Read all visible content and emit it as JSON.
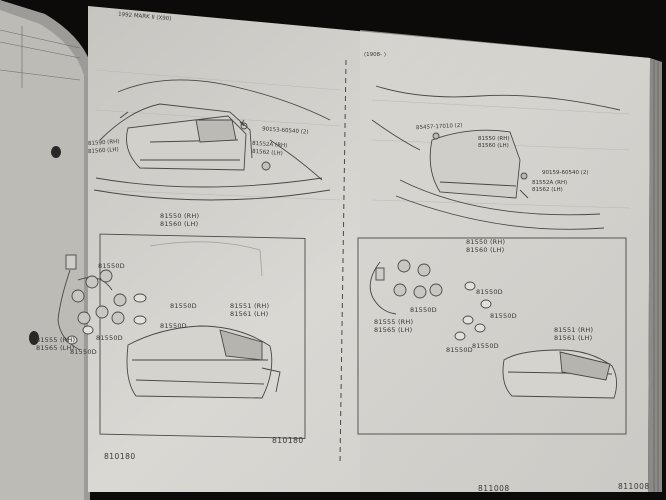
{
  "left_page": {
    "header_small": "1992 MARK II (X90)",
    "top_labels": [
      "90153-60540 (2)",
      "81590 (RH)",
      "81560 (LH)"
    ],
    "bulb_note_1": "81552A (RH)",
    "bulb_note_2": "81562 (LH)",
    "assy_rh": "81550 (RH)",
    "assy_lh": "81560 (LH)",
    "bulb_code": "81550D",
    "lens_rh": "81551 (RH)",
    "lens_lh": "81561 (LH)",
    "socket_rh": "81555 (RH)",
    "socket_lh": "81565 (LH)",
    "figure_number": "810180",
    "page_number": "810180"
  },
  "right_page": {
    "header_small": "(1908-          )",
    "top_label": "85457-17010 (2)",
    "assy_rh_top": "81550 (RH)",
    "assy_lh_top": "81560 (LH)",
    "screw_note": "90159-60540 (2)",
    "bulb_note_1": "81552A (RH)",
    "bulb_note_2": "81562 (LH)",
    "assy_rh": "81550 (RH)",
    "assy_lh": "81560 (LH)",
    "bulb_code": "81550D",
    "socket_rh": "81555 (RH)",
    "socket_lh": "81565 (LH)",
    "lens_rh": "81551 (RH)",
    "lens_lh": "81561 (LH)",
    "page_number_1": "811008",
    "page_number_2": "811008"
  },
  "colors": {
    "paper": "#d9d7d2",
    "ink": "#3a3835",
    "background": "#0c0b0a"
  }
}
